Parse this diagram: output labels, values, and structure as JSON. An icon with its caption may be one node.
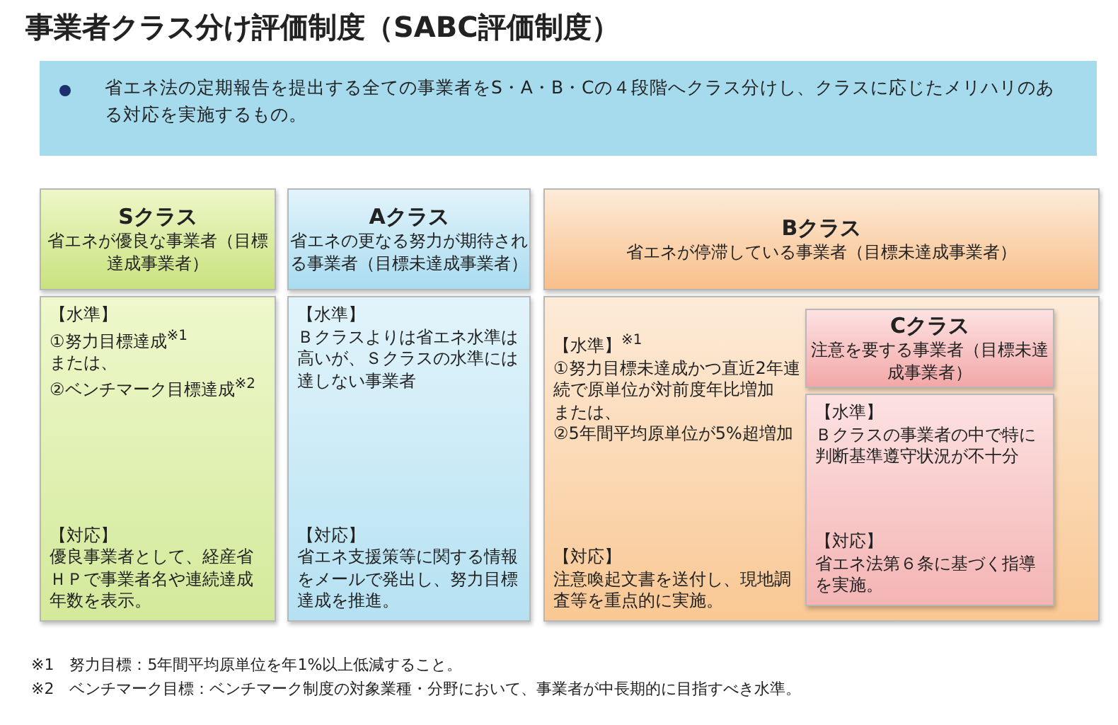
{
  "diagram": {
    "title": "事業者クラス分け評価制度（SABC評価制度）",
    "nodes": [
      {
        "text": [
          "省エネ法の定期報告を提出する全ての事業者をS・A・B・Cの４段階へクラス分けし、クラスに応じたメリハリのある対応を実施するもの。"
        ]
      },
      {
        "text": [
          "Sクラス",
          "省エネが優良な事業者（目標達成事業者）"
        ]
      },
      {
        "text": [
          "【水準】",
          "①努力目標達成$^{※1}$",
          "または、",
          "②ベンチマーク目標達成$^{※2}$",
          "【対応】",
          "優良事業者として、経産省ＨＰで事業者名や連続達成年数を表示。"
        ]
      },
      {
        "text": [
          "Aクラス",
          "省エネの更なる努力が期待される事業者（目標未達成事業者）"
        ]
      },
      {
        "text": [
          "【水準】",
          "Ｂクラスよりは省エネ水準は高いが、Ｓクラスの水準には達しない事業者",
          "【対応】",
          "省エネ支援策等に関する情報をメールで発出し、努力目標達成を推進。"
        ]
      },
      {
        "text": [
          "Bクラス",
          "省エネが停滞している事業者（目標未達成事業者）"
        ]
      },
      {
        "text": [
          "【水準】$^{※1}$",
          "①努力目標未達成かつ直近2年連続で原単位が対前度年比増加",
          "または、",
          "②5年間平均原単位が5%超増加",
          "【対応】",
          "注意喚起文書を送付し、現地調査等を重点的に実施。"
        ]
      },
      {
        "text": [
          "Cクラス",
          "注意を要する事業者（目標未達成事業者）"
        ],
        "in": 6
      },
      {
        "text": [
          "【水準】",
          "Ｂクラスの事業者の中で特に判断基準遵守状況が不十分",
          "【対応】",
          "省エネ法第６条に基づく指導を実施。"
        ],
        "in": 6
      }
    ],
    "labels": [
      "※1　努力目標：5年間平均原単位を年1%以上低減すること。",
      "※2　ベンチマーク目標：ベンチマーク制度の対象業種・分野において、事業者が中長期的に目指すべき水準。"
    ]
  }
}
